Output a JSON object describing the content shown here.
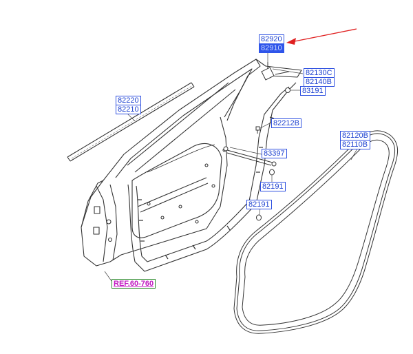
{
  "labels": {
    "l82920": "82920",
    "l82910": "82910",
    "l82130c": "82130C",
    "l82140b": "82140B",
    "l83191": "83191",
    "l82220": "82220",
    "l82210": "82210",
    "l82212b": "82212B",
    "l83397": "83397",
    "l82191a": "82191",
    "l82191b": "82191",
    "l82120b": "82120B",
    "l82110b": "82110B",
    "ref": "REF.60-760"
  },
  "colors": {
    "label_text": "#1a3fd0",
    "label_border": "#2d4fe0",
    "highlight_fill": "#2f55ea",
    "reference_text": "#c21ac2",
    "reference_border": "#2b8a2b",
    "pointer_arrow": "#e02020",
    "line_art": "#333333"
  }
}
